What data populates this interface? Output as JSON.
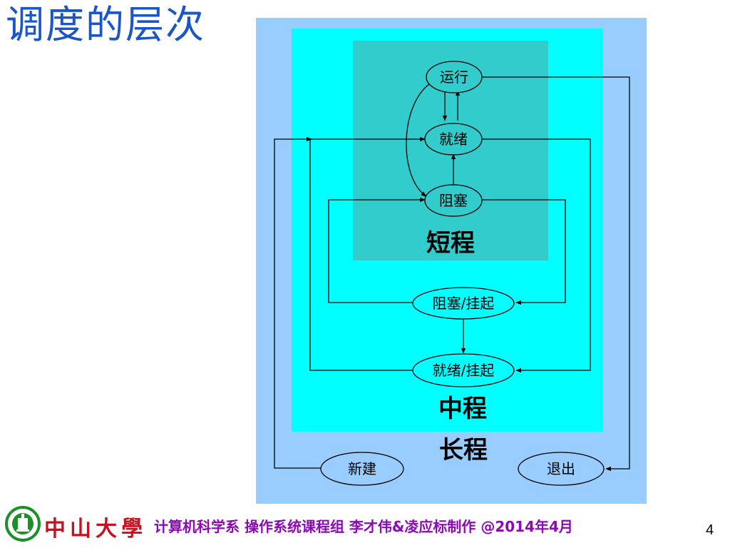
{
  "slide": {
    "title": "调度的层次",
    "page_number": "4"
  },
  "diagram": {
    "regions": {
      "long_term": {
        "label": "长程",
        "color": "#99ccff"
      },
      "medium_term": {
        "label": "中程",
        "color": "#00ffff"
      },
      "short_term": {
        "label": "短程",
        "color": "#33cccc"
      }
    },
    "nodes": {
      "running": "运行",
      "ready": "就绪",
      "blocked": "阻塞",
      "blocked_suspend": "阻塞/挂起",
      "ready_suspend": "就绪/挂起",
      "new": "新建",
      "exit": "退出"
    }
  },
  "footer": {
    "logo_text": "中山大學",
    "credit": "计算机科学系 操作系统课程组 李才伟&凌应标制作 @2014年4月",
    "logo_icon": "university-seal-icon",
    "colors": {
      "logo_text": "#c8101e",
      "credit": "#8a0ab3",
      "title": "#1a56c8"
    }
  }
}
